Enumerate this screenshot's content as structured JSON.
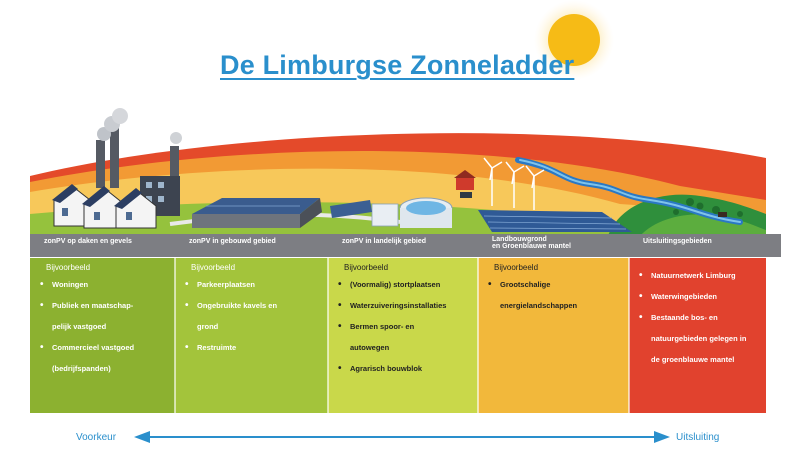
{
  "title": "De Limburgse Zonneladder",
  "columns": [
    {
      "header_lines": [
        "zonPV op daken en gevels"
      ],
      "example_label": "Bijvoorbeeld",
      "items": [
        "Woningen",
        "Publiek en maatschap-",
        "pelijk vastgoed",
        "Commercieel vastgoed",
        "(bedrijfspanden)"
      ],
      "color": "#8cb130"
    },
    {
      "header_lines": [
        "zonPV in gebouwd gebied"
      ],
      "example_label": "Bijvoorbeeld",
      "items": [
        "Parkeerplaatsen",
        "Ongebruikte kavels en",
        "grond",
        "Restruimte"
      ],
      "color": "#a3c43b"
    },
    {
      "header_lines": [
        "zonPV in landelijk gebied"
      ],
      "example_label": "Bijvoorbeeld",
      "items": [
        "(Voormalig) stortplaatsen",
        "Waterzuiveringsinstallaties",
        "Bermen spoor- en",
        "autowegen",
        "Agrarisch bouwblok"
      ],
      "color": "#c9d84a"
    },
    {
      "header_lines": [
        "Landbouwgrond",
        "en Groenblauwe mantel"
      ],
      "example_label": "Bijvoorbeeld",
      "items": [
        "Grootschalige",
        "energielandschappen"
      ],
      "color": "#f2b83b"
    },
    {
      "header_lines": [
        "Uitsluitingsgebieden"
      ],
      "example_label": "",
      "items": [
        "Natuurnetwerk Limburg",
        "Waterwingebieden",
        "Bestaande bos- en",
        "natuurgebieden gelegen in",
        "de groenblauwe mantel"
      ],
      "color": "#e1422e"
    }
  ],
  "arrow": {
    "left_label": "Voorkeur",
    "right_label": "Uitsluiting",
    "color": "#2a8fcc"
  },
  "colors": {
    "header_band": "#7d7e83",
    "sun": "#f6bb16",
    "sky_red": "#e44a2a",
    "sky_orange": "#f29a34",
    "sky_yellow": "#f7c85a",
    "ground_green": "#95c23d"
  }
}
